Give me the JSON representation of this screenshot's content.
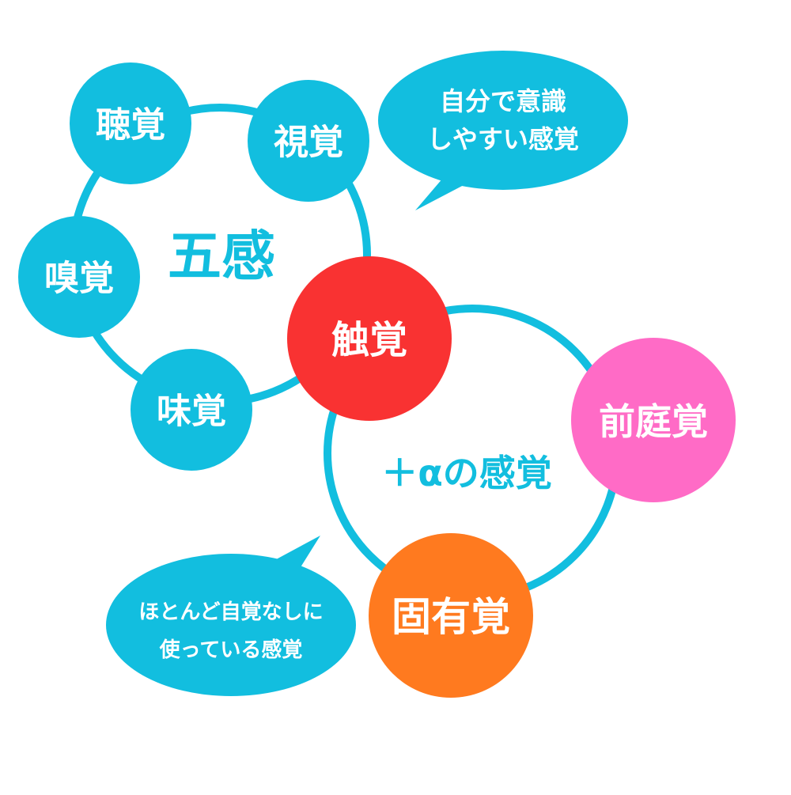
{
  "colors": {
    "cyan": "#12BEDF",
    "red": "#F93232",
    "pink": "#FF6BC6",
    "orange": "#FF7A1F",
    "white": "#FFFFFF"
  },
  "five_senses": {
    "title": "五感",
    "items": [
      "聴覚",
      "視覚",
      "嗅覚",
      "味覚",
      "触覚"
    ]
  },
  "plus_alpha": {
    "title": "＋αの感覚",
    "items": [
      "前庭覚",
      "固有覚"
    ]
  },
  "bubbles": {
    "conscious": [
      "自分で意識",
      "しやすい感覚"
    ],
    "unconscious": [
      "ほとんど自覚なしに",
      "使っている感覚"
    ]
  }
}
